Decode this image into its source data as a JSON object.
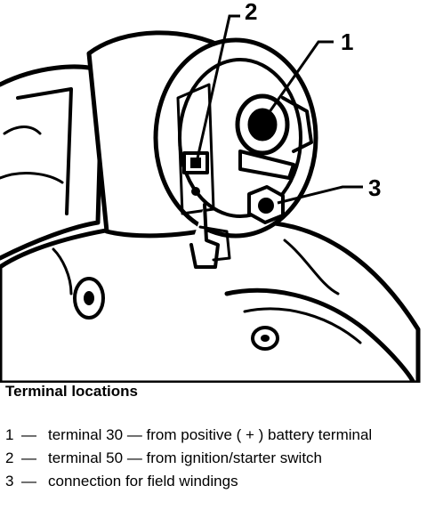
{
  "callouts": [
    {
      "num": "1"
    },
    {
      "num": "2"
    },
    {
      "num": "3"
    }
  ],
  "caption": {
    "title": "Terminal locations",
    "dash": "—",
    "items": [
      {
        "num": "1",
        "text": "terminal 30 — from positive ( + ) battery terminal"
      },
      {
        "num": "2",
        "text": "terminal 50 — from ignition/starter switch"
      },
      {
        "num": "3",
        "text": "connection for field windings"
      }
    ]
  }
}
